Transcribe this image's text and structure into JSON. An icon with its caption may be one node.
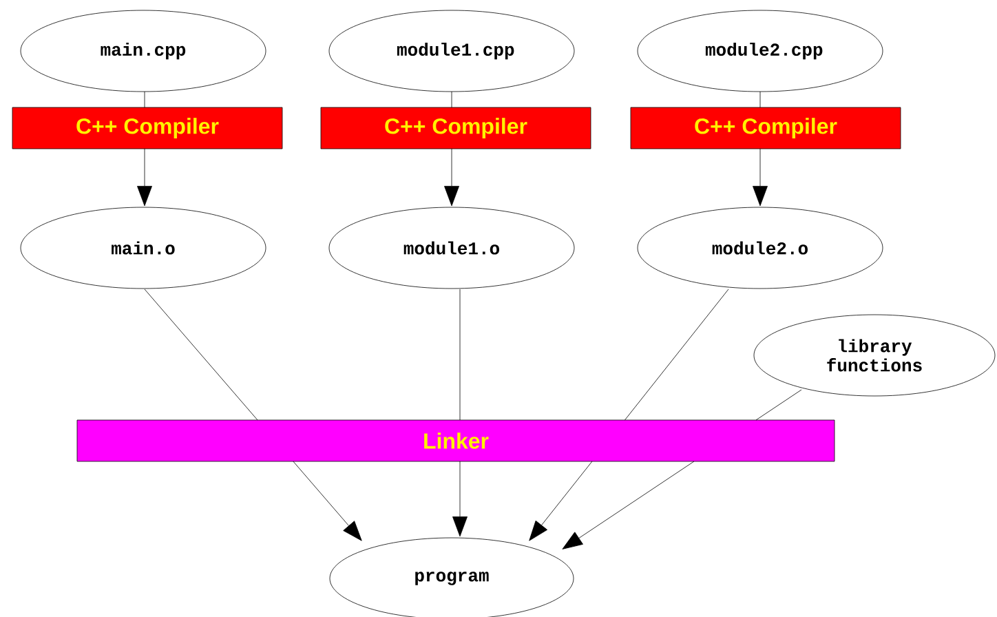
{
  "diagram": {
    "nodes": [
      {
        "text": [
          "main.cpp"
        ]
      },
      {
        "text": [
          "module1.cpp"
        ]
      },
      {
        "text": [
          "module2.cpp"
        ]
      },
      {
        "text": [
          "C++ Compiler"
        ]
      },
      {
        "text": [
          "C++ Compiler"
        ]
      },
      {
        "text": [
          "C++ Compiler"
        ]
      },
      {
        "text": [
          "main.o"
        ]
      },
      {
        "text": [
          "module1.o"
        ]
      },
      {
        "text": [
          "module2.o"
        ]
      },
      {
        "text": [
          "library functions"
        ]
      },
      {
        "text": [
          "Linker"
        ]
      },
      {
        "text": [
          "program"
        ]
      }
    ],
    "edges": [
      {
        "from": 0,
        "to": 3,
        "arrow": "none"
      },
      {
        "from": 1,
        "to": 4,
        "arrow": "none"
      },
      {
        "from": 2,
        "to": 5,
        "arrow": "none"
      },
      {
        "from": 3,
        "to": 6,
        "arrow": "to"
      },
      {
        "from": 4,
        "to": 7,
        "arrow": "to"
      },
      {
        "from": 5,
        "to": 8,
        "arrow": "to"
      },
      {
        "from": 6,
        "to": 10,
        "arrow": "none"
      },
      {
        "from": 7,
        "to": 10,
        "arrow": "none"
      },
      {
        "from": 8,
        "to": 10,
        "arrow": "none"
      },
      {
        "from": 9,
        "to": 10,
        "arrow": "none"
      },
      {
        "from": 10,
        "to": 11,
        "arrow": "to"
      },
      {
        "from": 10,
        "to": 11,
        "arrow": "to"
      },
      {
        "from": 10,
        "to": 11,
        "arrow": "to"
      },
      {
        "from": 10,
        "to": 11,
        "arrow": "to"
      }
    ]
  }
}
